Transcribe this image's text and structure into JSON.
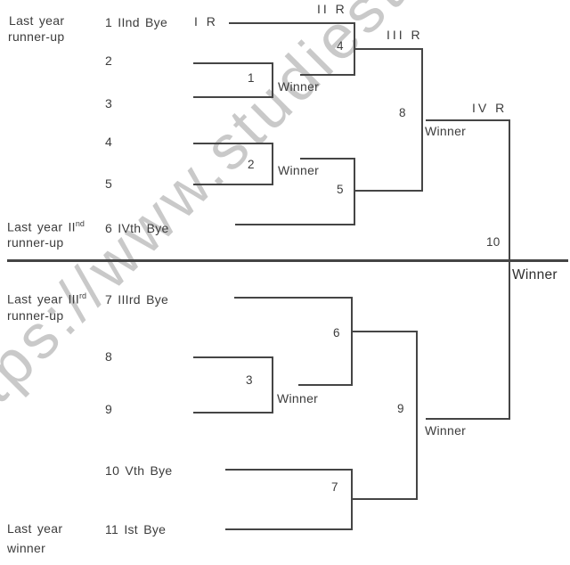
{
  "diagram_type": "knockout-tournament-fixture-11-teams",
  "watermark": {
    "text": "https://www.studiesto",
    "color": "#c9c9c9"
  },
  "rounds": {
    "r1": "I R",
    "r2": "II R",
    "r3": "III R",
    "r4": "IV R"
  },
  "winner_label": "Winner",
  "final_winner_label": "Winner",
  "notes": {
    "top_left": {
      "line1": "Last year",
      "line2": "runner-up"
    },
    "second_runner_up": {
      "main": "Last year II",
      "sup": "nd",
      "line2": "runner-up"
    },
    "third_runner_up": {
      "main": "Last year III",
      "sup": "rd",
      "line2": "runner-up"
    },
    "last_year_winner": {
      "line1": "Last year",
      "line2": "winner"
    }
  },
  "entries": {
    "e1": "1 IInd Bye",
    "e2": "2",
    "e3": "3",
    "e4": "4",
    "e5": "5",
    "e6": "6 IVth Bye",
    "e7": "7 IIIrd Bye",
    "e8": "8",
    "e9": "9",
    "e10": "10 Vth Bye",
    "e11": "11 Ist Bye"
  },
  "matches": {
    "m1": "1",
    "m2": "2",
    "m3": "3",
    "m4": "4",
    "m5": "5",
    "m6": "6",
    "m7": "7",
    "m8": "8",
    "m9": "9",
    "m10": "10"
  },
  "colors": {
    "line": "#454545",
    "text": "#3c3c3c",
    "background": "#ffffff"
  }
}
